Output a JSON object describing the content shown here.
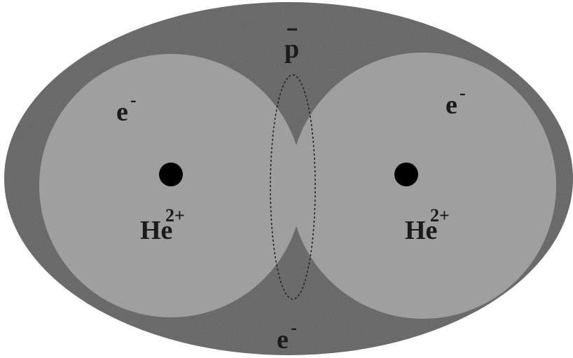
{
  "labels": {
    "antiproton": "p",
    "electron_symbol": "e",
    "electron_charge": "-",
    "helium_symbol": "He",
    "helium_charge": "2+"
  },
  "colors": {
    "background": "#ffffff",
    "outer_cloud": "#5e5e5e",
    "atom_cloud": "#9c9c9c",
    "nucleus": "#000000",
    "text": "#1a1a1a",
    "dotted_outline": "#222222"
  },
  "elements": [
    "outer-electron-cloud",
    "left-helium-atom-cloud",
    "right-helium-atom-cloud",
    "left-nucleus",
    "right-nucleus",
    "bonding-region-dotted-outline",
    "antiproton-label",
    "left-electron-label",
    "right-electron-label",
    "bottom-electron-label",
    "left-helium-ion-label",
    "right-helium-ion-label"
  ]
}
